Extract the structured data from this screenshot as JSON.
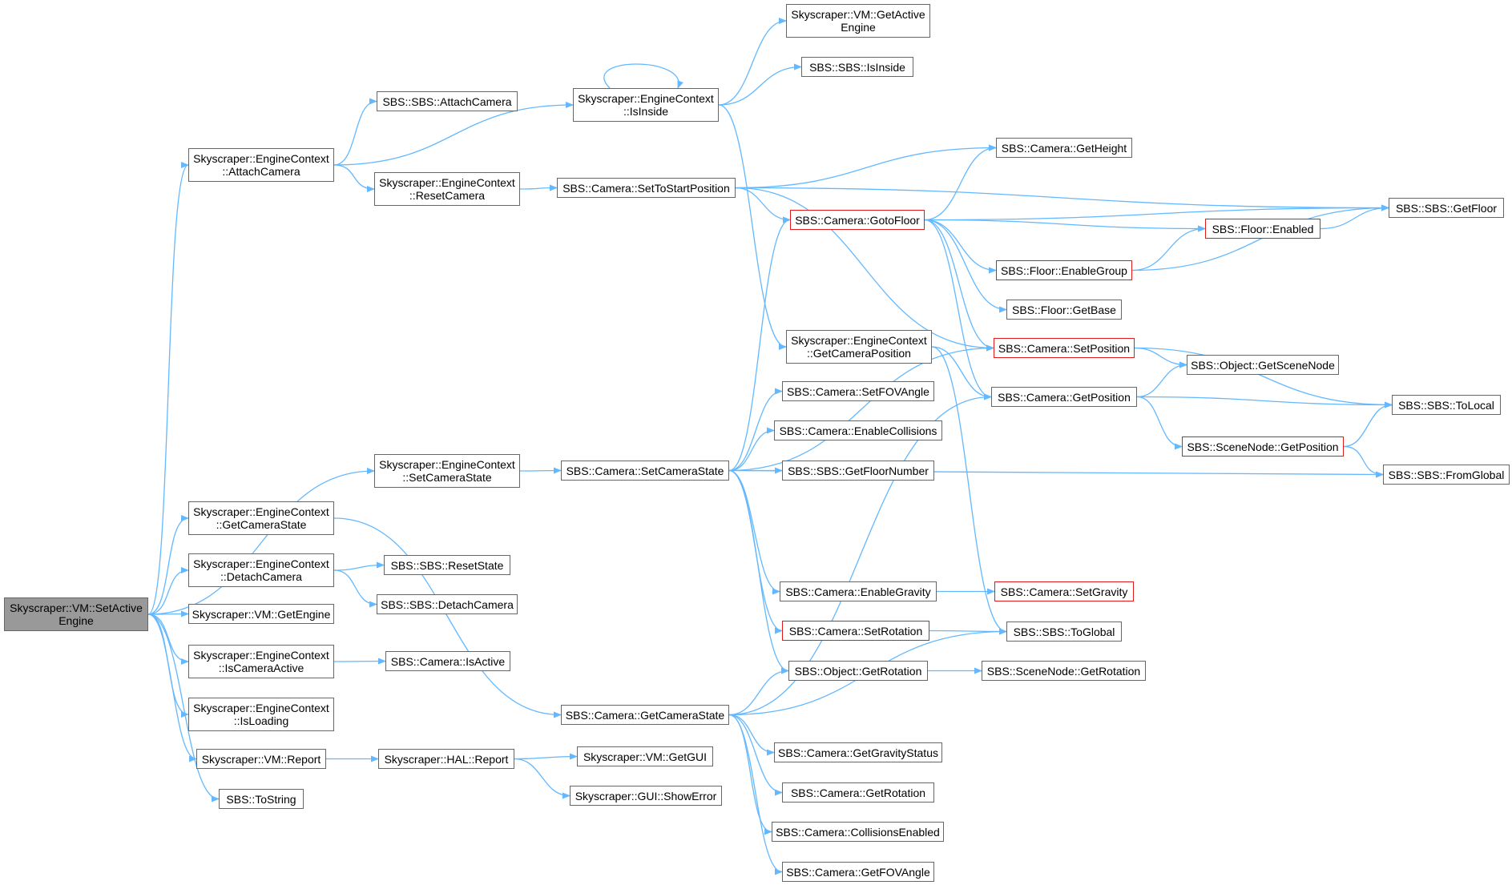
{
  "colors": {
    "edge": "#63b8ff",
    "border": "#666666",
    "highlight_border": "#e31a1a",
    "root_fill": "#999999"
  },
  "nodes": {
    "root": {
      "l1": "Skyscraper::VM::SetActive",
      "l2": "Engine",
      "highlight": false
    },
    "ec_attachcamera": {
      "l1": "Skyscraper::EngineContext",
      "l2": "::AttachCamera",
      "highlight": false
    },
    "ec_setcamerastate": {
      "l1": "Skyscraper::EngineContext",
      "l2": "::SetCameraState",
      "highlight": false
    },
    "ec_getcamerastate": {
      "l1": "Skyscraper::EngineContext",
      "l2": "::GetCameraState",
      "highlight": false
    },
    "ec_detachcamera": {
      "l1": "Skyscraper::EngineContext",
      "l2": "::DetachCamera",
      "highlight": false
    },
    "vm_getengine": {
      "l1": "Skyscraper::VM::GetEngine",
      "highlight": false
    },
    "ec_iscameraactive": {
      "l1": "Skyscraper::EngineContext",
      "l2": "::IsCameraActive",
      "highlight": false
    },
    "ec_isloading": {
      "l1": "Skyscraper::EngineContext",
      "l2": "::IsLoading",
      "highlight": false
    },
    "vm_report": {
      "l1": "Skyscraper::VM::Report",
      "highlight": false
    },
    "sbs_tostring": {
      "l1": "SBS::ToString",
      "highlight": false
    },
    "sbs_attachcamera": {
      "l1": "SBS::SBS::AttachCamera",
      "highlight": false
    },
    "ec_isinside": {
      "l1": "Skyscraper::EngineContext",
      "l2": "::IsInside",
      "highlight": false
    },
    "ec_resetcamera": {
      "l1": "Skyscraper::EngineContext",
      "l2": "::ResetCamera",
      "highlight": false
    },
    "sbs_resetstate": {
      "l1": "SBS::SBS::ResetState",
      "highlight": false
    },
    "sbs_detachcamera": {
      "l1": "SBS::SBS::DetachCamera",
      "highlight": false
    },
    "cam_isactive": {
      "l1": "SBS::Camera::IsActive",
      "highlight": false
    },
    "hal_report": {
      "l1": "Skyscraper::HAL::Report",
      "highlight": false
    },
    "vm_getgui": {
      "l1": "Skyscraper::VM::GetGUI",
      "highlight": false
    },
    "gui_showerror": {
      "l1": "Skyscraper::GUI::ShowError",
      "highlight": false
    },
    "cam_settostartposition": {
      "l1": "SBS::Camera::SetToStartPosition",
      "highlight": false
    },
    "cam_setcamerastate": {
      "l1": "SBS::Camera::SetCameraState",
      "highlight": false
    },
    "cam_getcamerastate": {
      "l1": "SBS::Camera::GetCameraState",
      "highlight": false
    },
    "vm_getactiveengine": {
      "l1": "Skyscraper::VM::GetActive",
      "l2": "Engine",
      "highlight": false
    },
    "sbs_isinside": {
      "l1": "SBS::SBS::IsInside",
      "highlight": false
    },
    "cam_gotofloor": {
      "l1": "SBS::Camera::GotoFloor",
      "highlight": true
    },
    "ec_getcameraposition": {
      "l1": "Skyscraper::EngineContext",
      "l2": "::GetCameraPosition",
      "highlight": false
    },
    "cam_setfovangle": {
      "l1": "SBS::Camera::SetFOVAngle",
      "highlight": false
    },
    "cam_enablecollisions": {
      "l1": "SBS::Camera::EnableCollisions",
      "highlight": false
    },
    "sbs_getfloornumber": {
      "l1": "SBS::SBS::GetFloorNumber",
      "highlight": false
    },
    "cam_enablegravity": {
      "l1": "SBS::Camera::EnableGravity",
      "highlight": false
    },
    "cam_setrotation": {
      "l1": "SBS::Camera::SetRotation",
      "highlight": true
    },
    "obj_getrotation": {
      "l1": "SBS::Object::GetRotation",
      "highlight": false
    },
    "cam_getgravitystatus": {
      "l1": "SBS::Camera::GetGravityStatus",
      "highlight": false
    },
    "cam_getrotation": {
      "l1": "SBS::Camera::GetRotation",
      "highlight": false
    },
    "cam_collisionsenabled": {
      "l1": "SBS::Camera::CollisionsEnabled",
      "highlight": false
    },
    "cam_getfovangle": {
      "l1": "SBS::Camera::GetFOVAngle",
      "highlight": false
    },
    "cam_getheight": {
      "l1": "SBS::Camera::GetHeight",
      "highlight": false
    },
    "floor_enablegroup": {
      "l1": "SBS::Floor::EnableGroup",
      "highlight": true
    },
    "floor_getbase": {
      "l1": "SBS::Floor::GetBase",
      "highlight": false
    },
    "cam_setposition": {
      "l1": "SBS::Camera::SetPosition",
      "highlight": true
    },
    "cam_getposition": {
      "l1": "SBS::Camera::GetPosition",
      "highlight": false
    },
    "cam_setgravity": {
      "l1": "SBS::Camera::SetGravity",
      "highlight": true
    },
    "sbs_toglobal": {
      "l1": "SBS::SBS::ToGlobal",
      "highlight": false
    },
    "sn_getrotation": {
      "l1": "SBS::SceneNode::GetRotation",
      "highlight": false
    },
    "floor_enabled": {
      "l1": "SBS::Floor::Enabled",
      "highlight": true
    },
    "obj_getscenenode": {
      "l1": "SBS::Object::GetSceneNode",
      "highlight": false
    },
    "sn_getposition": {
      "l1": "SBS::SceneNode::GetPosition",
      "highlight": true
    },
    "sbs_getfloor": {
      "l1": "SBS::SBS::GetFloor",
      "highlight": false
    },
    "sbs_tolocal": {
      "l1": "SBS::SBS::ToLocal",
      "highlight": false
    },
    "sbs_fromglobal": {
      "l1": "SBS::SBS::FromGlobal",
      "highlight": false
    }
  },
  "edges": [
    [
      "root",
      "ec_attachcamera"
    ],
    [
      "root",
      "ec_setcamerastate"
    ],
    [
      "root",
      "ec_getcamerastate"
    ],
    [
      "root",
      "ec_detachcamera"
    ],
    [
      "root",
      "vm_getengine"
    ],
    [
      "root",
      "ec_iscameraactive"
    ],
    [
      "root",
      "ec_isloading"
    ],
    [
      "root",
      "vm_report"
    ],
    [
      "root",
      "sbs_tostring"
    ],
    [
      "ec_attachcamera",
      "sbs_attachcamera"
    ],
    [
      "ec_attachcamera",
      "ec_isinside"
    ],
    [
      "ec_attachcamera",
      "ec_resetcamera"
    ],
    [
      "ec_isinside",
      "ec_isinside"
    ],
    [
      "ec_isinside",
      "vm_getactiveengine"
    ],
    [
      "ec_isinside",
      "sbs_isinside"
    ],
    [
      "ec_isinside",
      "ec_getcameraposition"
    ],
    [
      "ec_resetcamera",
      "cam_settostartposition"
    ],
    [
      "cam_settostartposition",
      "sbs_getfloor"
    ],
    [
      "cam_settostartposition",
      "cam_getheight"
    ],
    [
      "cam_settostartposition",
      "cam_gotofloor"
    ],
    [
      "cam_settostartposition",
      "cam_setposition"
    ],
    [
      "cam_gotofloor",
      "cam_getheight"
    ],
    [
      "cam_gotofloor",
      "sbs_getfloor"
    ],
    [
      "cam_gotofloor",
      "floor_enabled"
    ],
    [
      "cam_gotofloor",
      "floor_enablegroup"
    ],
    [
      "cam_gotofloor",
      "floor_getbase"
    ],
    [
      "cam_gotofloor",
      "cam_setposition"
    ],
    [
      "cam_gotofloor",
      "cam_getposition"
    ],
    [
      "floor_enabled",
      "sbs_getfloor"
    ],
    [
      "floor_enablegroup",
      "floor_enabled"
    ],
    [
      "floor_enablegroup",
      "sbs_getfloor"
    ],
    [
      "cam_setposition",
      "obj_getscenenode"
    ],
    [
      "cam_setposition",
      "sbs_tolocal"
    ],
    [
      "ec_getcameraposition",
      "cam_getposition"
    ],
    [
      "ec_getcameraposition",
      "sbs_toglobal"
    ],
    [
      "cam_getposition",
      "obj_getscenenode"
    ],
    [
      "cam_getposition",
      "sbs_tolocal"
    ],
    [
      "cam_getposition",
      "sn_getposition"
    ],
    [
      "sn_getposition",
      "sbs_tolocal"
    ],
    [
      "sn_getposition",
      "sbs_fromglobal"
    ],
    [
      "ec_setcamerastate",
      "cam_setcamerastate"
    ],
    [
      "cam_setcamerastate",
      "cam_gotofloor"
    ],
    [
      "cam_setcamerastate",
      "cam_setposition"
    ],
    [
      "cam_setcamerastate",
      "cam_setfovangle"
    ],
    [
      "cam_setcamerastate",
      "cam_enablecollisions"
    ],
    [
      "cam_setcamerastate",
      "sbs_getfloornumber"
    ],
    [
      "cam_setcamerastate",
      "sbs_fromglobal"
    ],
    [
      "cam_setcamerastate",
      "cam_enablegravity"
    ],
    [
      "cam_setcamerastate",
      "cam_setrotation"
    ],
    [
      "cam_setcamerastate",
      "obj_getrotation"
    ],
    [
      "cam_enablegravity",
      "cam_setgravity"
    ],
    [
      "cam_setrotation",
      "sbs_toglobal"
    ],
    [
      "obj_getrotation",
      "sn_getrotation"
    ],
    [
      "ec_getcamerastate",
      "cam_getcamerastate"
    ],
    [
      "cam_getcamerastate",
      "cam_getposition"
    ],
    [
      "cam_getcamerastate",
      "sbs_toglobal"
    ],
    [
      "cam_getcamerastate",
      "obj_getrotation"
    ],
    [
      "cam_getcamerastate",
      "cam_getgravitystatus"
    ],
    [
      "cam_getcamerastate",
      "cam_getrotation"
    ],
    [
      "cam_getcamerastate",
      "cam_collisionsenabled"
    ],
    [
      "cam_getcamerastate",
      "cam_getfovangle"
    ],
    [
      "ec_detachcamera",
      "sbs_resetstate"
    ],
    [
      "ec_detachcamera",
      "sbs_detachcamera"
    ],
    [
      "ec_iscameraactive",
      "cam_isactive"
    ],
    [
      "vm_report",
      "hal_report"
    ],
    [
      "hal_report",
      "vm_getgui"
    ],
    [
      "hal_report",
      "gui_showerror"
    ]
  ]
}
